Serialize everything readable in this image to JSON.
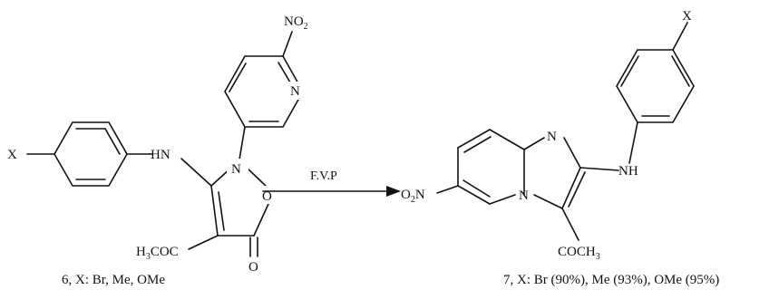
{
  "reactant": {
    "substituent": "X",
    "nh": "HN",
    "ring_n": "N",
    "ring_o": "O",
    "carbonyl_o": "O",
    "pyridine_n": "N",
    "nitro": {
      "main": "NO",
      "sub": "2"
    },
    "ester": {
      "pre": "H",
      "sub": "3",
      "post": "COC"
    },
    "caption": "6, X: Br, Me, OMe"
  },
  "arrow": {
    "label": "F.V.P"
  },
  "product": {
    "substituent": "X",
    "nh": "NH",
    "ring_n_top": "N",
    "ring_n_bridge": "N",
    "nitro": {
      "main": "O",
      "sub": "2",
      "post": "N"
    },
    "acetyl": {
      "main": "COCH",
      "sub": "3"
    },
    "caption": "7, X: Br  (90%), Me (93%), OMe (95%)"
  }
}
